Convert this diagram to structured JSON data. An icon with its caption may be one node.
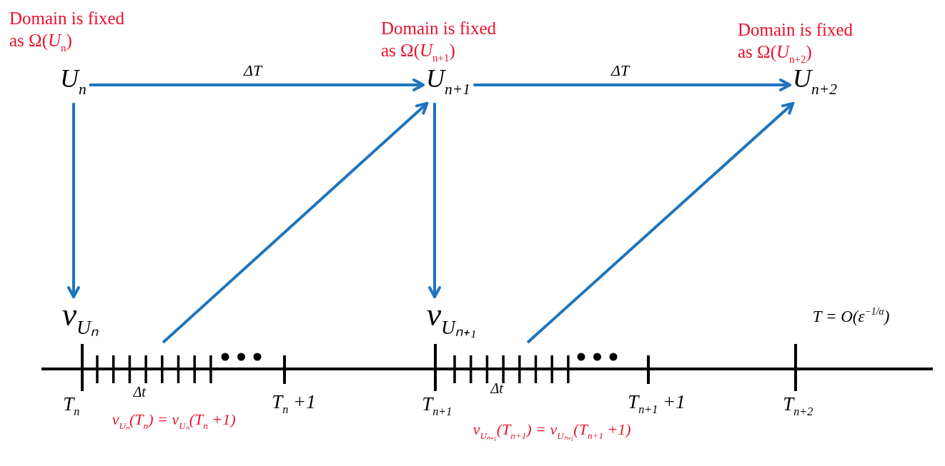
{
  "diagram": {
    "nodes": [
      {
        "text": [
          "U$_{n}$"
        ],
        "beside": [
          "Domain is fixed as Ω(*U*$_{n}$)"
        ]
      },
      {
        "text": [
          "U$_{n+1}$"
        ],
        "beside": [
          "Domain is fixed as Ω(*U*$_{n+1}$)"
        ]
      },
      {
        "text": [
          "U$_{n+2}$"
        ],
        "beside": [
          "Domain is fixed as Ω(*U*$_{n+2}$)"
        ]
      },
      {
        "text": [
          "v$_{Uₙ}$"
        ]
      },
      {
        "text": [
          "v$_{Uₙ₊₁}$"
        ]
      }
    ],
    "edges": [
      {
        "from": 0,
        "to": 1,
        "arrow": "to",
        "label": "ΔT"
      },
      {
        "from": 1,
        "to": 2,
        "arrow": "to",
        "label": "ΔT"
      },
      {
        "from": 0,
        "to": 3,
        "arrow": "to"
      },
      {
        "from": 1,
        "to": 4,
        "arrow": "to"
      },
      {
        "from": null,
        "to": 1,
        "arrow": "to"
      },
      {
        "from": null,
        "to": 2,
        "arrow": "to"
      }
    ],
    "labels": [
      "T = O(ε$^{−1/α}$)",
      "T$_{n}$",
      "Δt",
      "T$_{n}$ +1",
      "T$_{n+1}$",
      "Δt",
      "T$_{n+1}$ +1",
      "T$_{n+2}$",
      "v$_{Uₙ}$(T$_{n}$) = v$_{Uₙ}$(T$_{n}$ +1)",
      "v$_{Uₙ₊₁}$(T$_{n+1}$) = v$_{Uₙ₊₁}$(T$_{n+1}$ +1)"
    ]
  }
}
